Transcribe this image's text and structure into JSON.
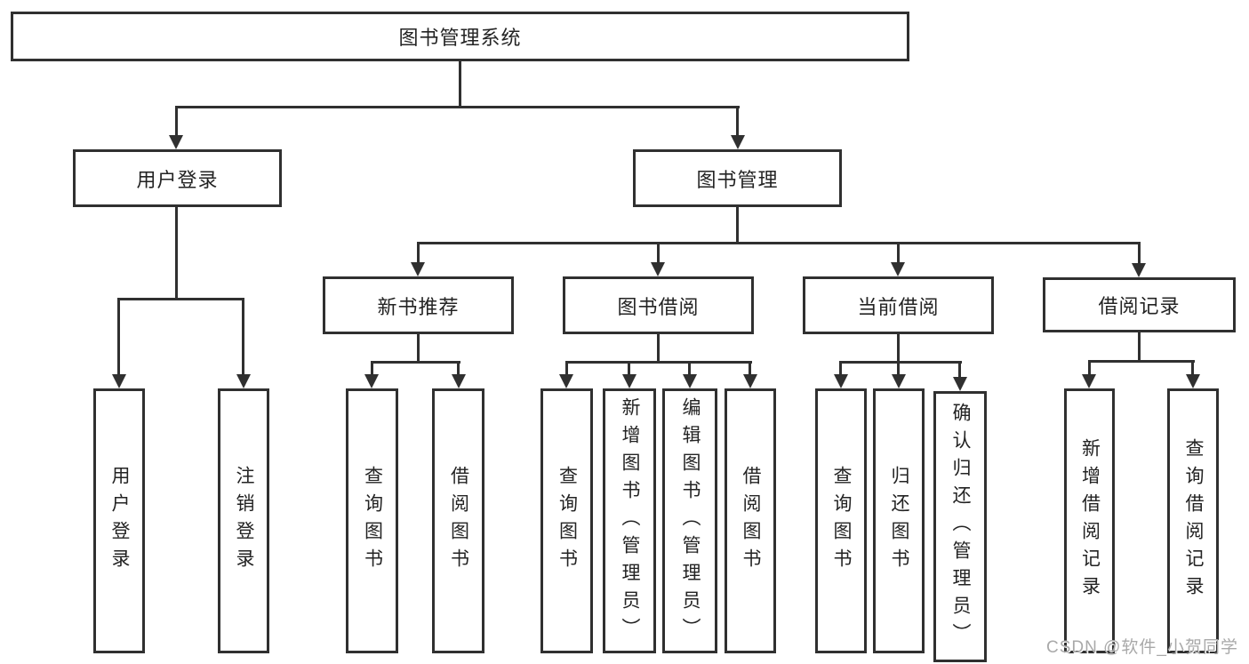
{
  "diagram": {
    "root": {
      "label": "图书管理系统"
    },
    "branches": [
      {
        "label": "用户登录",
        "children": [
          {
            "label": "用户登录"
          },
          {
            "label": "注销登录"
          }
        ]
      },
      {
        "label": "图书管理",
        "children": [
          {
            "label": "新书推荐",
            "children": [
              {
                "label": "查询图书"
              },
              {
                "label": "借阅图书"
              }
            ]
          },
          {
            "label": "图书借阅",
            "children": [
              {
                "label": "查询图书"
              },
              {
                "label": "新增图书（管理员）"
              },
              {
                "label": "编辑图书（管理员）"
              },
              {
                "label": "借阅图书"
              }
            ]
          },
          {
            "label": "当前借阅",
            "children": [
              {
                "label": "查询图书"
              },
              {
                "label": "归还图书"
              },
              {
                "label": "确认归还（管理员）"
              }
            ]
          },
          {
            "label": "借阅记录",
            "children": [
              {
                "label": "新增借阅记录"
              },
              {
                "label": "查询借阅记录"
              }
            ]
          }
        ]
      }
    ]
  },
  "watermark": {
    "text": "CSDN @软件_小贺同学"
  },
  "colors": {
    "line": "#303030",
    "box_border": "#303030",
    "text": "#232323",
    "background": "#ffffff",
    "watermark": "#a9a9a9"
  }
}
